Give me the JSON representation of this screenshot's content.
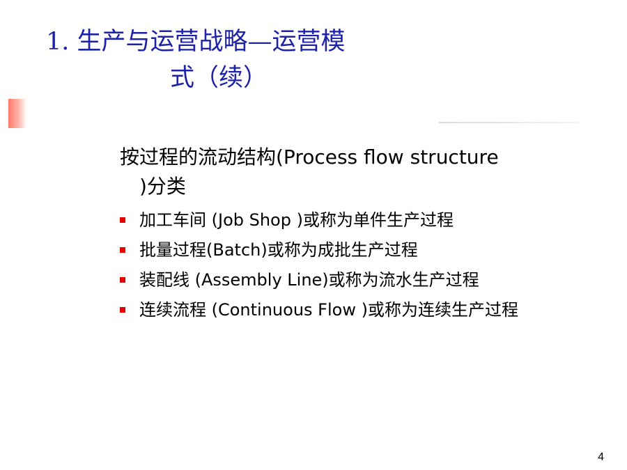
{
  "slide": {
    "title_line1": "1. 生产与运营战略—运营模",
    "title_line2": "式（续）",
    "heading_line1": "按过程的流动结构(Process flow structure",
    "heading_line2": ")分类",
    "bullets": [
      "加工车间 (Job Shop )或称为单件生产过程",
      "批量过程(Batch)或称为成批生产过程",
      "装配线 (Assembly Line)或称为流水生产过程",
      "连续流程 (Continuous Flow )或称为连续生产过程"
    ],
    "page_number": "4",
    "colors": {
      "title": "#1d22a8",
      "bullet": "#e60000",
      "accent": "#ff7b6b"
    }
  }
}
